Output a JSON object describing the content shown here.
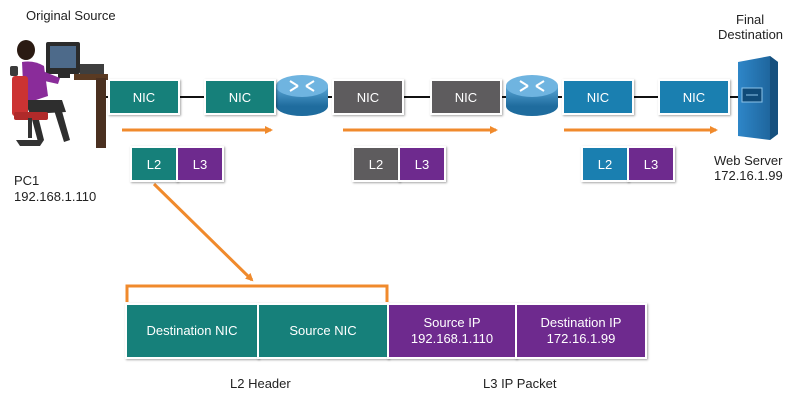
{
  "labels": {
    "original_source": "Original Source",
    "final_destination_1": "Final",
    "final_destination_2": "Destination",
    "pc_name": "PC1",
    "pc_ip": "192.168.1.110",
    "server_name": "Web Server",
    "server_ip": "172.16.1.99"
  },
  "nics": [
    "NIC",
    "NIC",
    "NIC",
    "NIC",
    "NIC",
    "NIC"
  ],
  "tags": {
    "l2": "L2",
    "l3": "L3"
  },
  "packet": {
    "destination_nic": "Destination NIC",
    "source_nic": "Source NIC",
    "source_ip_label": "Source IP",
    "source_ip_value": "192.168.1.110",
    "destination_ip_label": "Destination IP",
    "destination_ip_value": "172.16.1.99",
    "l2_header": "L2 Header",
    "l3_packet": "L3 IP Packet"
  },
  "colors": {
    "teal": "#16807a",
    "gray": "#5e5c5e",
    "blue": "#1a7fb0",
    "purple": "#6e2a8e",
    "arrow": "#f08a2c"
  }
}
